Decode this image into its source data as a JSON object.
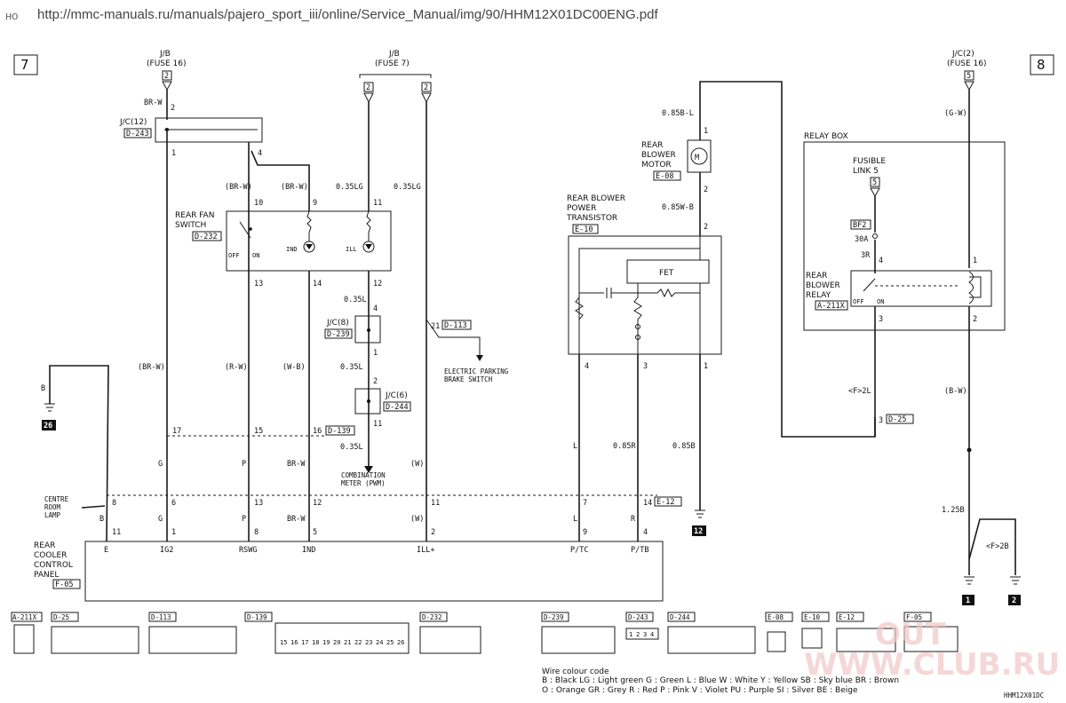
{
  "browser": {
    "prefix": "но",
    "url": "http://mmc-manuals.ru/manuals/pajero_sport_iii/online/Service_Manual/img/90/HHM12X01DC00ENG.pdf"
  },
  "diagram": {
    "page_left": "7",
    "page_right": "8",
    "jb_left": {
      "title": "J/B",
      "fuse": "(FUSE 16)",
      "pin": "2",
      "wire": "BR-W",
      "pin_below": "2"
    },
    "jb_mid": {
      "title": "J/B",
      "fuse": "(FUSE 7)",
      "pins": [
        "2",
        "2"
      ]
    },
    "jc2": {
      "title": "J/C(2)",
      "fuse": "(FUSE 16)",
      "pin": "5",
      "wire": "(G-W)"
    },
    "jc12": {
      "title": "J/C(12)",
      "code": "D-243",
      "pin1": "1",
      "pin4": "4"
    },
    "rear_fan_switch": {
      "title": "REAR FAN",
      "title2": "SWITCH",
      "code": "D-232",
      "off": "OFF",
      "on": "ON",
      "ind": "IND",
      "ill": "ILL",
      "wires_top": [
        "(BR-W)",
        "(BR-W)",
        "0.35LG",
        "0.35LG"
      ],
      "pins_top": [
        "10",
        "9",
        "11"
      ],
      "pins_bottom": [
        "13",
        "14",
        "12"
      ]
    },
    "jc8": {
      "title": "J/C(8)",
      "code": "D-239",
      "pin_top": "4",
      "pin_bottom": "1",
      "wire_above": "0.35L",
      "wire_below": "0.35L"
    },
    "jc6": {
      "title": "J/C(6)",
      "code": "D-244",
      "pin_top": "2",
      "pin_bottom": "11",
      "wire_below": "0.35L"
    },
    "parking": {
      "pin": "21",
      "code": "D-113",
      "label1": "ELECTRIC PARKING",
      "label2": "BRAKE SWITCH"
    },
    "combination_meter": {
      "label1": "COMBINATION",
      "label2": "METER (PWM)"
    },
    "mid_wires": [
      "(BR-W)",
      "(R-W)",
      "(W-B)"
    ],
    "mid_wires_lower": [
      "G",
      "P",
      "BR-W",
      "(W)"
    ],
    "connector_d139": {
      "pins": [
        "17",
        "15",
        "16"
      ],
      "code": "D-139"
    },
    "connector_e12": {
      "pins": [
        "8",
        "6",
        "13",
        "12",
        "11",
        "7",
        "14"
      ],
      "code": "E-12"
    },
    "centre_room_lamp": {
      "l1": "CENTRE",
      "l2": "ROOM",
      "l3": "LAMP",
      "wire": "B",
      "ground": "26"
    },
    "panel": {
      "title1": "REAR",
      "title2": "COOLER",
      "title3": "CONTROL",
      "title4": "PANEL",
      "code": "F-05",
      "pins": [
        "11",
        "1",
        "8",
        "5",
        "2",
        "9",
        "4"
      ],
      "terms": [
        "E",
        "IG2",
        "RSWG",
        "IND",
        "ILL+",
        "P/TC",
        "P/TB"
      ],
      "wires_above": [
        "B",
        "G",
        "P",
        "BR-W",
        "(W)",
        "L",
        "R"
      ]
    },
    "blower_motor": {
      "title1": "REAR",
      "title2": "BLOWER",
      "title3": "MOTOR",
      "code": "E-08",
      "wire_top": "0.85B-L",
      "pin1": "1",
      "pin2": "2",
      "wire_below": "0.85W-B"
    },
    "power_transistor": {
      "title1": "REAR BLOWER",
      "title2": "POWER",
      "title3": "TRANSISTOR",
      "code": "E-10",
      "fet": "FET",
      "pin_top": "2",
      "pins_bottom": [
        "4",
        "3",
        "1"
      ],
      "wires": [
        "L",
        "0.85R",
        "0.85B"
      ],
      "ground": "12"
    },
    "relay_box": {
      "title": "RELAY BOX",
      "fusible": "FUSIBLE",
      "link": "LINK 5",
      "pin5": "5",
      "bf": "BF2",
      "amp": "30A",
      "wire3r": "3R",
      "relay1": "REAR",
      "relay2": "BLOWER",
      "relay3": "RELAY",
      "relay_code": "A-211X",
      "pins": [
        "4",
        "1",
        "3",
        "2"
      ],
      "off": "OFF",
      "on": "ON"
    },
    "right_wires": {
      "f2l": "<F>2L",
      "d25pin": "3",
      "d25": "D-25",
      "bw": "(B-W)",
      "b125": "1.25B",
      "f2b": "<F>2B",
      "grounds": [
        "1",
        "2"
      ]
    },
    "connectors": [
      "A-211X",
      "D-25",
      "D-113",
      "D-139",
      "D-232",
      "D-239",
      "D-243",
      "D-244",
      "E-08",
      "E-10",
      "E-12",
      "F-05"
    ],
    "connector_d139_pins": [
      "15",
      "16",
      "17",
      "18",
      "19",
      "20",
      "21",
      "22",
      "23",
      "24",
      "25",
      "26"
    ],
    "connector_d243_pins": [
      "1",
      "2",
      "3",
      "4"
    ],
    "legend": {
      "title": "Wire colour code",
      "line1": "B : Black    LG : Light green    G : Green    L : Blue    W : White    Y : Yellow    SB : Sky blue    BR : Brown",
      "line2": "O : Orange    GR : Grey    R : Red    P : Pink    V : Violet    PU : Purple    SI : Silver    BE : Beige"
    },
    "watermark": {
      "line1": "OUT",
      "line2": "WWW.CLUB.RU"
    },
    "doc_code": "HHM12X01DC"
  }
}
